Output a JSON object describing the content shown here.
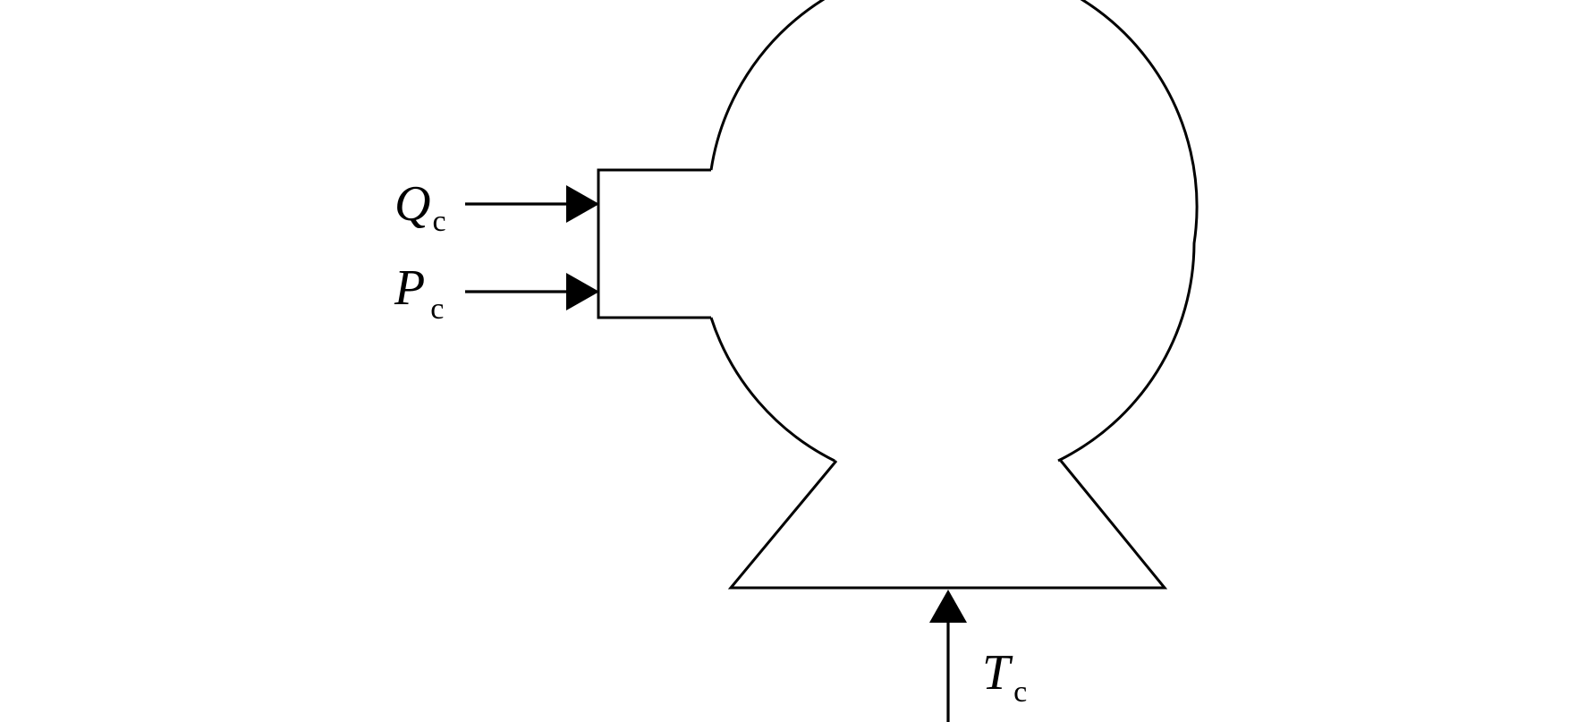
{
  "labels": {
    "flow": {
      "symbol": "Q",
      "subscript": "c"
    },
    "pressure": {
      "symbol": "P",
      "subscript": "c"
    },
    "torque": {
      "symbol": "T",
      "subscript": "c"
    }
  },
  "colors": {
    "stroke": "#000000",
    "background": "#ffffff"
  },
  "icons": {
    "component": "pump-symbol-icon",
    "arrow": "arrow-head-icon"
  }
}
